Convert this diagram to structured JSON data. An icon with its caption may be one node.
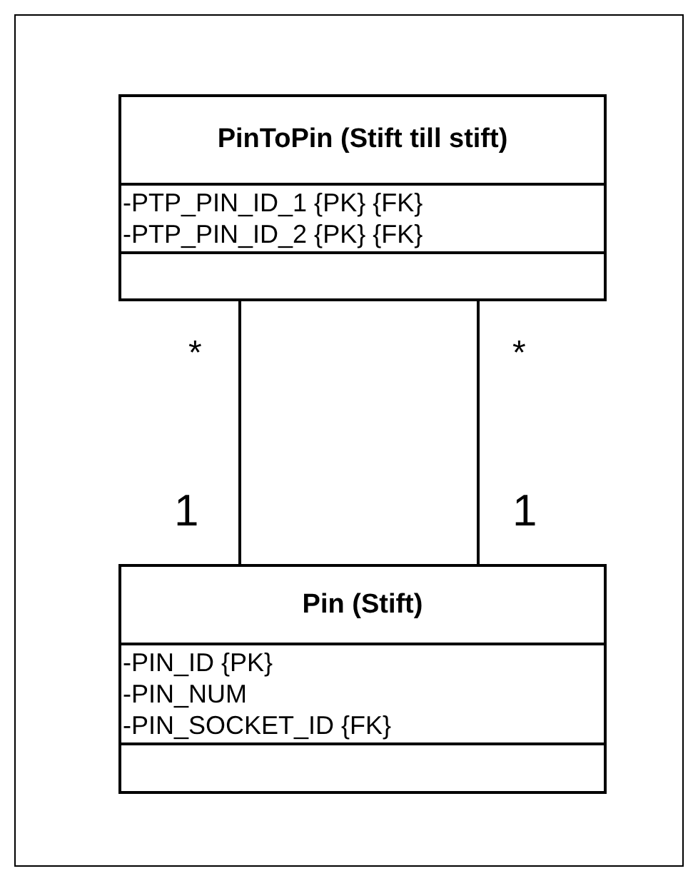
{
  "diagram": {
    "nodes": [
      {
        "text": [
          "PinToPin (Stift till stift)",
          "-PTP_PIN_ID_1 {PK} {FK}",
          "-PTP_PIN_ID_2 {PK} {FK}"
        ]
      },
      {
        "text": [
          "Pin (Stift)",
          "-PIN_ID {PK}",
          "-PIN_NUM",
          "-PIN_SOCKET_ID {FK}"
        ]
      }
    ],
    "edges": [
      {
        "from": 0,
        "to": 1,
        "arrow": "none"
      },
      {
        "from": 0,
        "to": 1,
        "arrow": "none"
      }
    ],
    "labels": [
      "*",
      "*",
      "1",
      "1"
    ]
  }
}
